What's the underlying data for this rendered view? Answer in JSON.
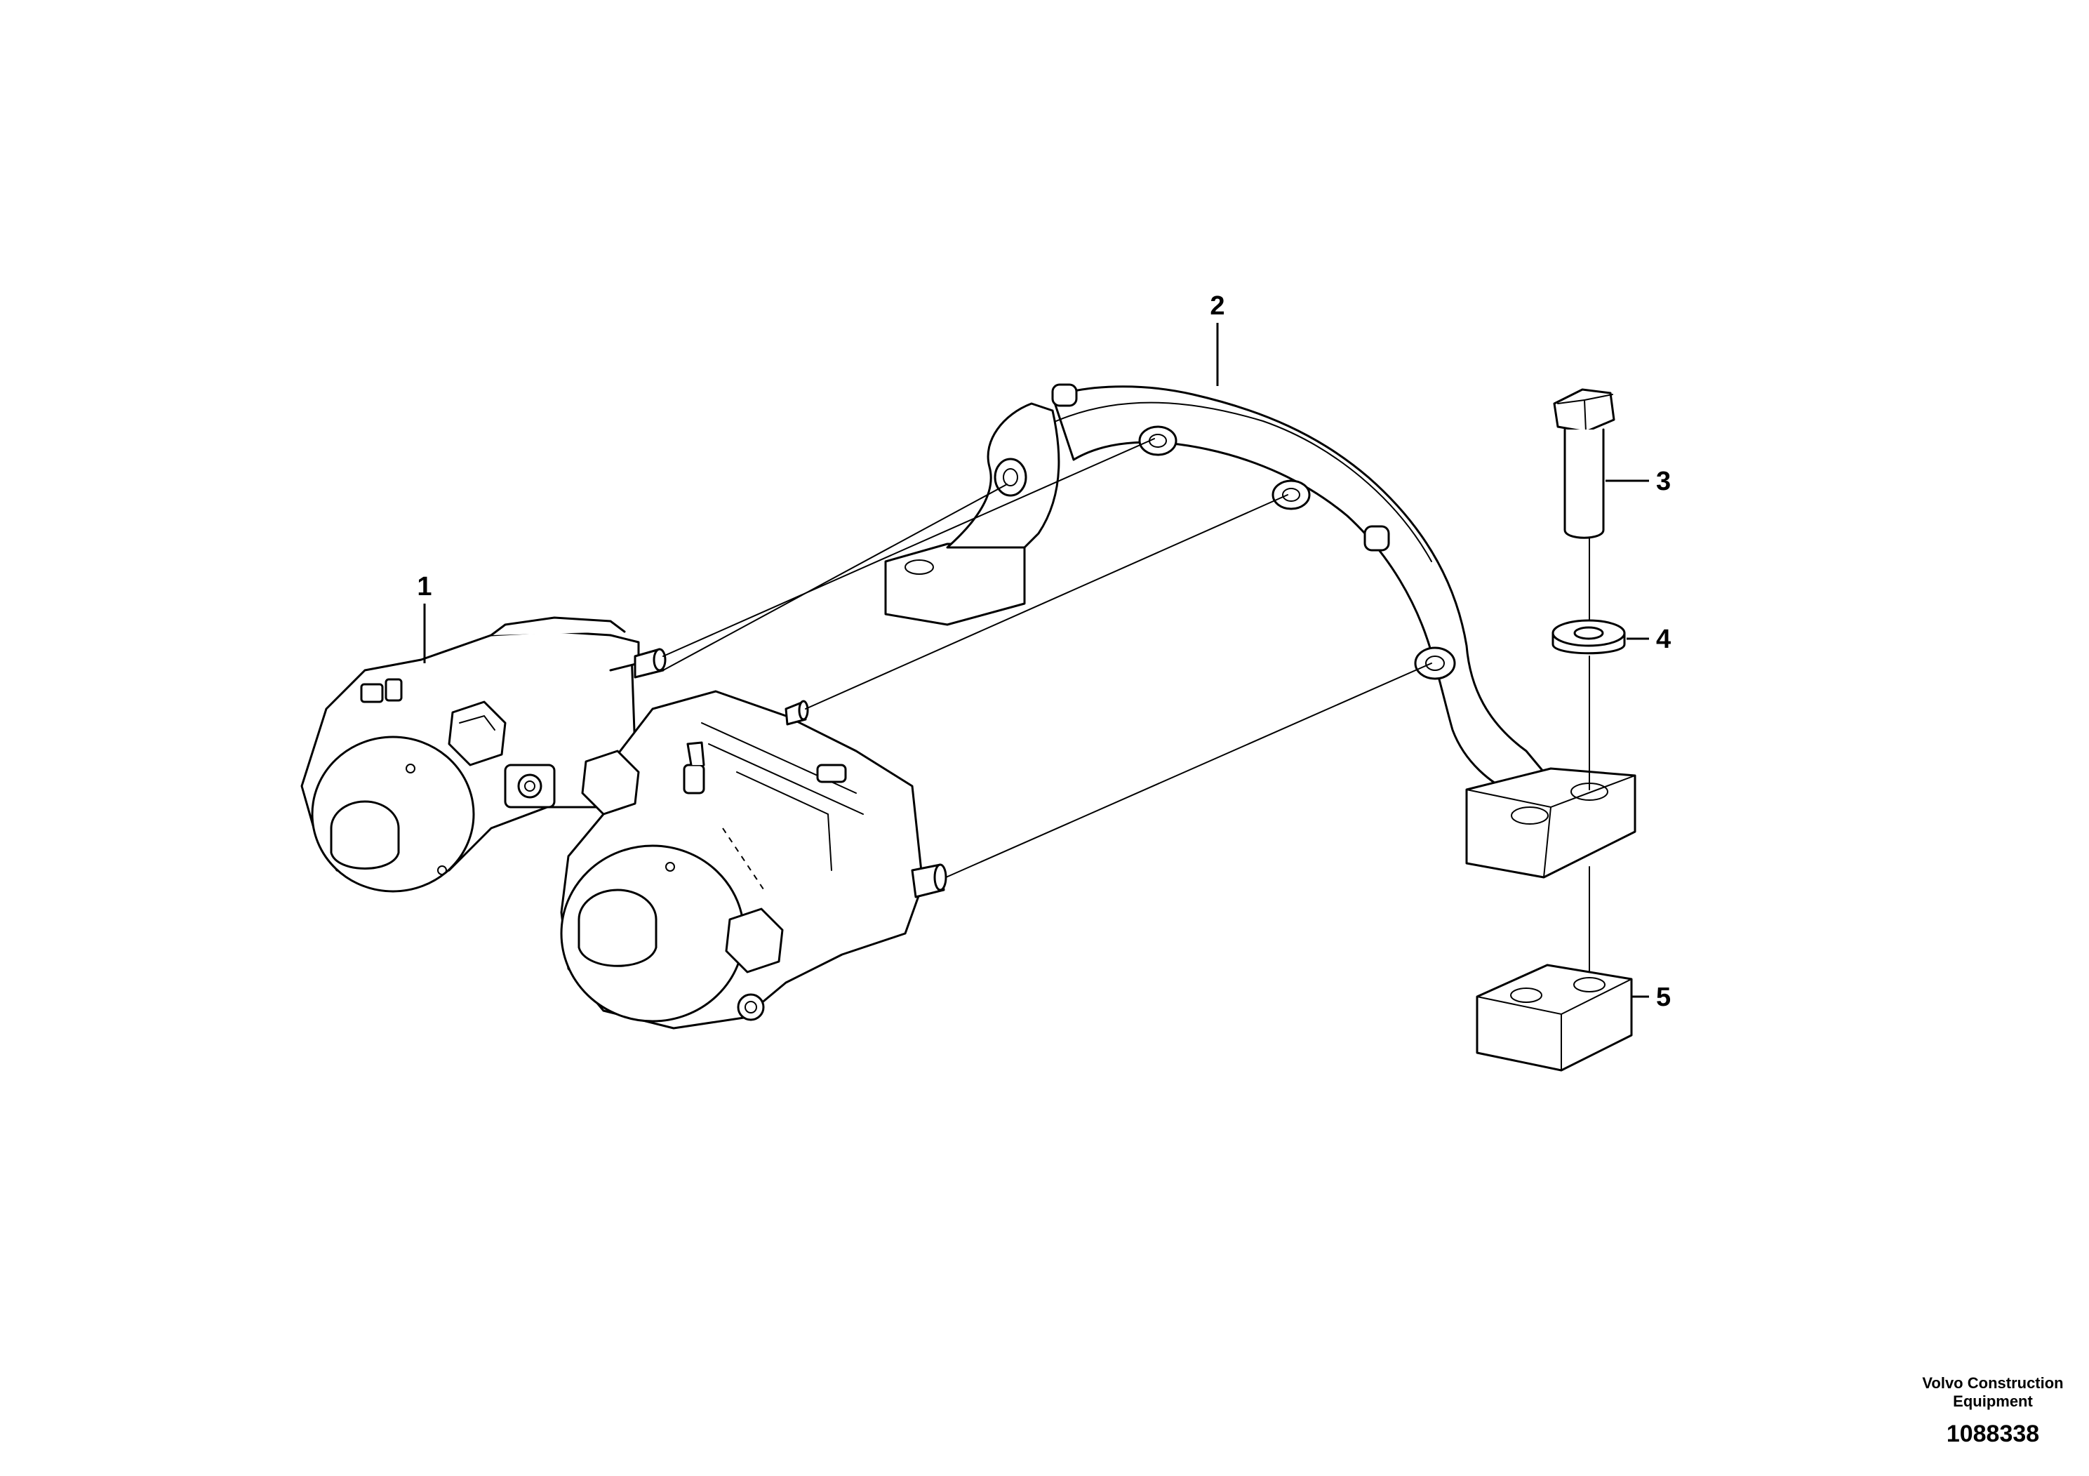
{
  "callouts": [
    {
      "id": "1"
    },
    {
      "id": "2"
    },
    {
      "id": "3"
    },
    {
      "id": "4"
    },
    {
      "id": "5"
    }
  ],
  "footer": {
    "brand_line1": "Volvo Construction",
    "brand_line2": "Equipment",
    "doc_number": "1088338"
  }
}
